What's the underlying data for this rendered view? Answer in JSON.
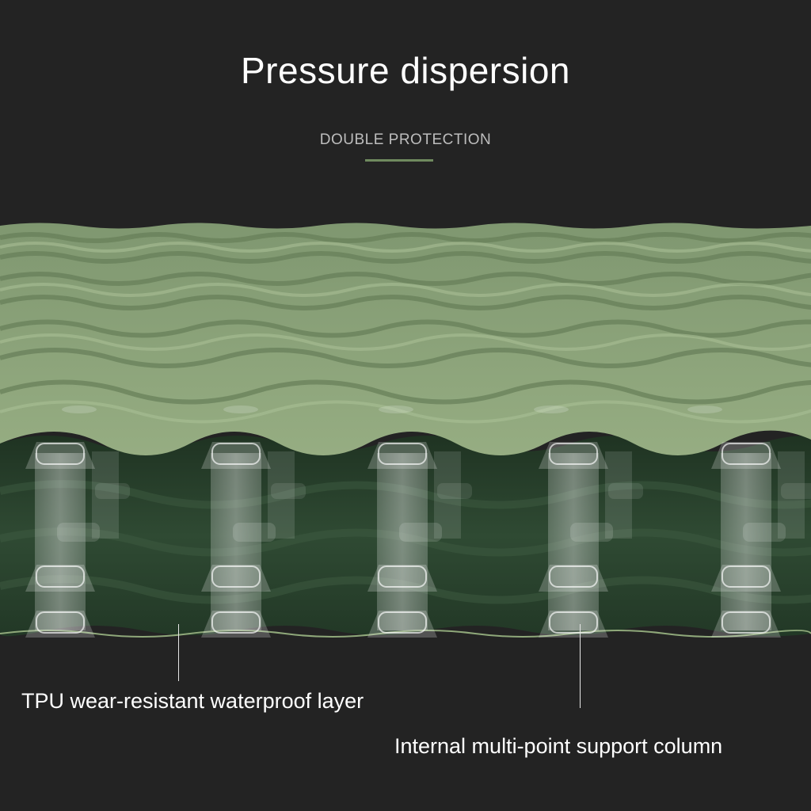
{
  "header": {
    "title": "Pressure dispersion",
    "subtitle": "DOUBLE PROTECTION"
  },
  "callouts": {
    "tpu_layer": "TPU wear-resistant waterproof layer",
    "support_column": "Internal multi-point support column"
  },
  "colors": {
    "background": "#232323",
    "mat_top": "#8ea57a",
    "mat_side": "#2c4530",
    "accent": "#6f8a5e"
  }
}
